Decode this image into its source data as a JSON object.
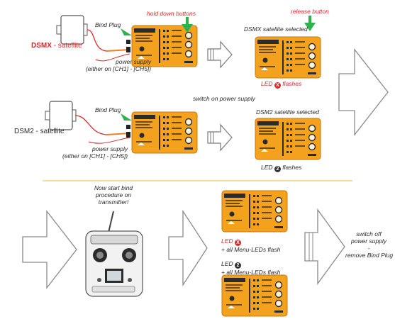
{
  "top": {
    "hold_buttons": "hold down buttons",
    "bind_plug": "Bind Plug",
    "dsmx_prefix": "DSMX",
    "dsmx_suffix": " - satellite",
    "power_supply_line1": "power supply",
    "power_supply_line2": "(either on [CH1] - [CH5])",
    "release_button": "release button",
    "dsmx_selected": "DSMX satellite selected",
    "led_prefix": "LED",
    "led_flashes": "flashes",
    "led_x_letter": "X",
    "switch_on": "switch on power supply"
  },
  "middle": {
    "bind_plug": "Bind Plug",
    "dsm2_label": "DSM2 - satellite",
    "power_supply_line1": "power supply",
    "power_supply_line2": "(either on [CH1] - [CH5])",
    "dsm2_selected": "DSM2 satellite selected",
    "led_prefix": "LED",
    "led_flashes": "flashes",
    "led_2_letter": "2"
  },
  "bottom": {
    "start_bind_line1": "Now start bind",
    "start_bind_line2": "procedure on",
    "start_bind_line3": "transmitter!",
    "led_a_prefix": "LED",
    "led_a_letter": "X",
    "led_a_rest": "+ all Menu-LEDs flash",
    "led_b_prefix": "LED",
    "led_b_letter": "2",
    "led_b_rest": "+ all Menu-LEDs flash",
    "final_line1": "switch off",
    "final_line2": "power supply",
    "final_line3": "-",
    "final_line4": "remove Bind Plug"
  },
  "colors": {
    "receiver_orange": "#f4a21e",
    "receiver_dark": "#2b2b2b",
    "arrow_green": "#2fb14c",
    "label_red": "#e0262b",
    "divider": "#f2b441"
  }
}
